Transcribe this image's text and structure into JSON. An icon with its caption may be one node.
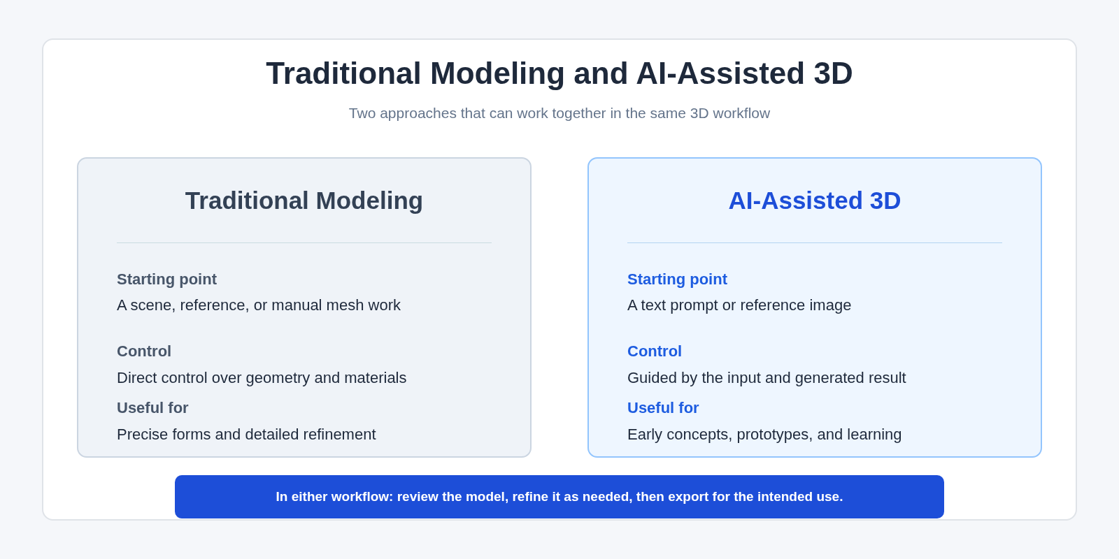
{
  "diagram": {
    "title": "Traditional Modeling and AI-Assisted 3D",
    "caption": "Two approaches that can work together in the same 3D workflow",
    "nodes": [
      {
        "text": [
          "Traditional Modeling",
          "Starting point",
          "A scene, reference, or manual mesh work",
          "Control",
          "Direct control over geometry and materials",
          "Useful for",
          "Precise forms and detailed refinement"
        ]
      },
      {
        "text": [
          "AI-Assisted 3D",
          "Starting point",
          "A text prompt or reference image",
          "Control",
          "Guided by the input and generated result",
          "Useful for",
          "Early concepts, prototypes, and learning"
        ]
      },
      {
        "text": [
          "In either workflow: review the model, refine it as needed, then export for the intended use."
        ]
      }
    ]
  }
}
